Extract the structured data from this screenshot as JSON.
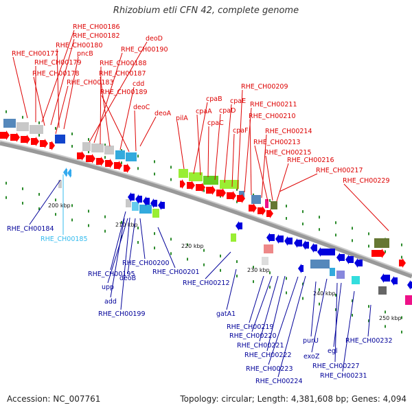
{
  "header": {
    "title": "Rhizobium etli CFN 42, complete genome"
  },
  "footer": {
    "accession": "Accession: NC_007761",
    "summary": "Topology: circular; Length: 4,381,608 bp; Genes: 4,094"
  },
  "scale_ticks": [
    "200 kbp",
    "210 kbp",
    "220 kbp",
    "230 kbp",
    "240 kbp",
    "250 kbp"
  ],
  "forward_gene_labels": [
    "RHE_CH00186",
    "RHE_CH00182",
    "RHE_CH00180",
    "pncB",
    "deoD",
    "RHE_CH00177",
    "RHE_CH00179",
    "RHE_CH00190",
    "RHE_CH00178",
    "RHE_CH00188",
    "RHE_CH00183",
    "RHE_CH00187",
    "cdd",
    "RHE_CH00189",
    "deoC",
    "deoA",
    "pilA",
    "cpaB",
    "cpaA",
    "cpaC",
    "cpaD",
    "cpaE",
    "cpaF",
    "RHE_CH00209",
    "RHE_CH00211",
    "RHE_CH00210",
    "RHE_CH00214",
    "RHE_CH00213",
    "RHE_CH00215",
    "RHE_CH00216",
    "RHE_CH00217",
    "RHE_CH00229"
  ],
  "reverse_gene_labels": [
    "RHE_CH00184",
    "RHE_CH00185",
    "RHE_CH00195",
    "upp",
    "RHE_CH00200",
    "deoB",
    "RHE_CH00201",
    "add",
    "RHE_CH00212",
    "RHE_CH00199",
    "gatA1",
    "RHE_CH00219",
    "RHE_CH00220",
    "RHE_CH00221",
    "RHE_CH00222",
    "RHE_CH00223",
    "RHE_CH00224",
    "purU",
    "exoZ",
    "egl",
    "RHE_CH00227",
    "RHE_CH00231",
    "RHE_CH00232"
  ],
  "colors": {
    "forward_label": "#dd0000",
    "reverse_label": "#000099",
    "highlight_label": "#33bbee",
    "forward_arrow": "#ff0000",
    "reverse_arrow": "#0000dd"
  }
}
